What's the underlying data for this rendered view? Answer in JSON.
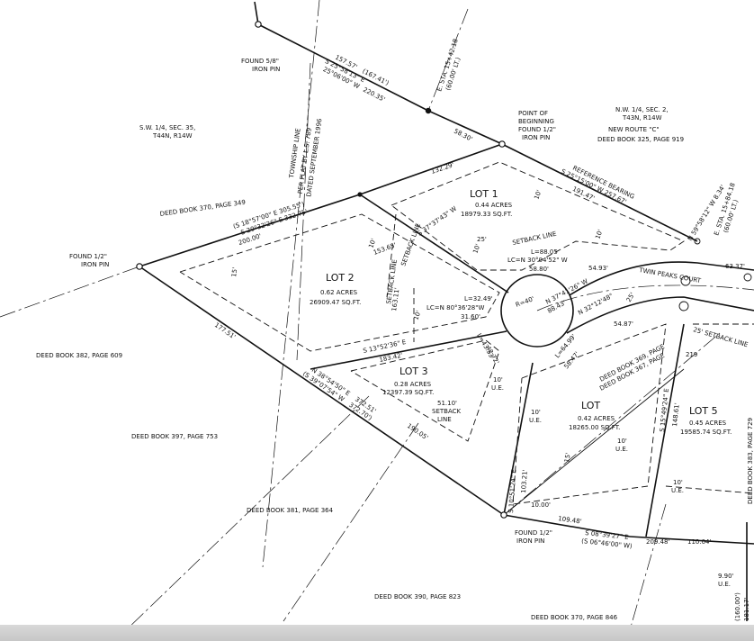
{
  "labels": {
    "found_58_pin": "FOUND 5/8\"",
    "iron_pin_1": "IRON PIN",
    "brg_top_1": "157.57'",
    "brg_top_2": "(167.41')",
    "brg_top_3": "S 25°58'13\" E",
    "brg_top_4": "25°06'00\" W",
    "brg_top_5": "220.35'",
    "township_line": "TOWNSHIP LINE",
    "per_plat": "PER PLAT BY L.S. 789",
    "dated": "DATED SEPTEMBER 1996",
    "sta_1": "E. STA. 15+42.18",
    "sta_1b": "(60.00' LT.)",
    "pob_1": "POINT OF",
    "pob_2": "BEGINNING",
    "pob_3": "FOUND 1/2\"",
    "pob_4": "IRON PIN",
    "sw_1": "S.W. 1/4, SEC. 35,",
    "sw_2": "T44N, R14W",
    "nw_1": "N.W. 1/4, SEC. 2,",
    "nw_2": "T43N, R14W",
    "nw_3": "NEW ROUTE \"C\"",
    "nw_4": "DEED BOOK 325, PAGE 919",
    "dist_5830": "58.30'",
    "dist_13229": "132.29'",
    "ref_bearing": "REFERENCE BEARING",
    "ref_bearing_2": "S 25°15'00\" W 257.67'",
    "dist_19147": "191.47'",
    "deed_370_349": "DEED BOOK 370, PAGE 349",
    "b_305": "(S 18°57'00\" E 305.55')",
    "b_305b": "S 20°32'26\" E 332.75'",
    "b_200": "200.00'",
    "sta_2": "N 59°58'12\" W 8.34'",
    "sta_3": "E. STA. 15+84.18",
    "sta_3b": "(60.00' LT.)",
    "found_12_a": "FOUND 1/2\"",
    "iron_pin_2": "IRON PIN",
    "lot1": "LOT 1",
    "lot1_acres": "0.44 ACRES",
    "lot1_sqft": "18979.33 SQ.FT.",
    "lot2": "LOT 2",
    "lot2_acres": "0.62 ACRES",
    "lot2_sqft": "26909.47 SQ.FT.",
    "lot3": "LOT 3",
    "lot3_acres": "0.28 ACRES",
    "lot3_sqft": "12397.39 SQ.FT.",
    "lot4": "LOT",
    "lot4_acres": "0.42 ACRES",
    "lot4_sqft": "18265.00 SQ.FT.",
    "lot5": "LOT 5",
    "lot5_acres": "0.45 ACRES",
    "lot5_sqft": "19585.74 SQ.FT.",
    "setback_1": "SETBACK LINE",
    "setback_2": "SETBACK LINE",
    "setback_3": "SETBACK LINE",
    "setback_4": "51.10'",
    "setback_5": "SETBACK",
    "setback_6": "LINE",
    "b_372": "S 37°37'43\" W",
    "dist_15365": "153.65'",
    "curve_l": "L=88.05",
    "curve_lc": "LC=N 30°04'52\" W",
    "curve_58": "58.80'",
    "dist_5493": "54.93'",
    "twin_peaks": "TWIN PEAKS COURT",
    "dist_6337": "63.37'",
    "r40": "R=40'",
    "b_374": "N 37°41'26\" W",
    "dist_8843": "88.43'",
    "b_n32": "N 32°12'48\"",
    "dist_5487": "54.87'",
    "setback_25": "25' SETBACK LINE",
    "l3249": "L=32.49'",
    "lc_8036": "LC=N 80°36'28\"W",
    "dist_3160": "31.60'",
    "b_1352": "S 13°52'36\" E",
    "dist_18342": "183.42'",
    "dist_16311": "163.11'",
    "l4353": "L=43.53'",
    "lc_3": "LC=N 47°43'...",
    "dist_4272": "42.72'",
    "l6499": "L=64.99'",
    "lc_4": "LC=N 55°49'...",
    "dist_5847": "58.47'",
    "deed_369_4": "DEED BOOK 369, PAGE",
    "deed_367_4": "DEED BOOK 367, PAGE",
    "dist_219": "219",
    "found_12_pin": "FOUND 1/2\"",
    "iron_pin_3": "IRON PIN",
    "deed_382_609": "DEED BOOK 382, PAGE 609",
    "dist_17751": "177.51'",
    "b_3854": "N 38°54'50\" E",
    "b_3854b": "(S 39°07'54\" W",
    "dist_37251": "372.51'",
    "dist_37270": "372.70')",
    "dist_19005": "190.05'",
    "deed_397_753": "DEED BOOK 397, PAGE 753",
    "deed_381_364": "DEED BOOK 381, PAGE 364",
    "deed_390_823": "DEED BOOK 390, PAGE 823",
    "deed_370_846": "DEED BOOK 370, PAGE 846",
    "dist_10900": "10.00'",
    "dist_10948": "109.48'",
    "b_0839": "S 08°39'27\" E",
    "b_0646": "(S 06°46'00\" W)",
    "dist_20948": "209.48'",
    "dist_11004": "110.04'",
    "dist_990": "9.90'",
    "ue": "U.E.",
    "ten": "10'",
    "fifteen": "15'",
    "twenty_five": "25'",
    "dist_10321": "103.21'",
    "b_s1051": "S 10°51'24\" E",
    "b_s15": "S 15°49'24\" E",
    "dist_14861": "148.61'",
    "deed_383_729": "DEED BOOK 383, PAGE 729",
    "dist_160": "(160.00')",
    "dist_18117": "181.17'",
    "dist_18117b": "S 2..."
  }
}
